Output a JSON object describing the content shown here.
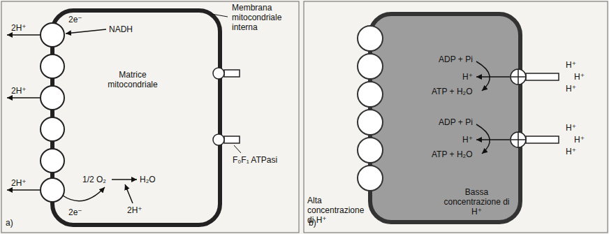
{
  "diagram": {
    "nodes": [
      {
        "text": [
          "Matrice mitocondriale"
        ]
      },
      {
        "text": [
          "Bassa concentrazione di H⁺"
        ]
      }
    ],
    "labels": [
      "Membrana mitocondriale interna",
      "2e⁻",
      "NADH",
      "2H⁺",
      "2H⁺",
      "2H⁺",
      "F₀F₁ ATPasi",
      "1/2 O₂",
      "2e⁻",
      "H₂O",
      "2H⁺",
      "a)",
      "ADP + Pi",
      "H⁺",
      "ATP + H₂O",
      "H⁺",
      "H⁺",
      "H⁺",
      "ADP + Pi",
      "H⁺",
      "ATP + H₂O",
      "H⁺",
      "H⁺",
      "H⁺",
      "Alta concentrazione di H⁺",
      "b)"
    ]
  }
}
